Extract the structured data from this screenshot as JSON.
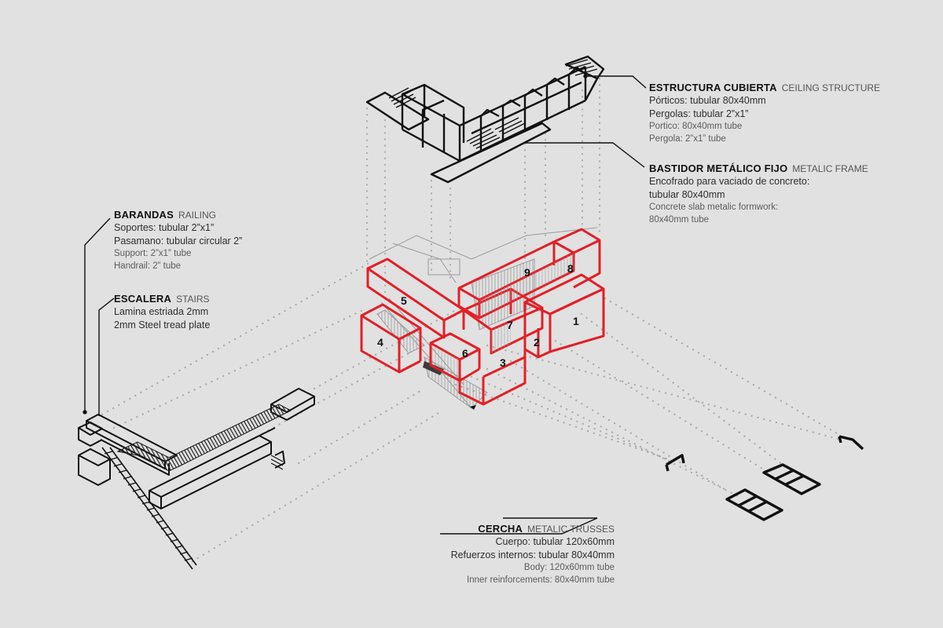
{
  "diagram": {
    "type": "exploded-axonometric",
    "accent_color": "#e21f26",
    "line_color": "#111111",
    "background": "#e1e1e1"
  },
  "labels": {
    "ceiling": {
      "title_es": "ESTRUCTURA CUBIERTA",
      "title_en": "CEILING STRUCTURE",
      "lines_es": [
        "Pórticos: tubular 80x40mm",
        "Pergolas: tubular 2”x1”"
      ],
      "lines_en": [
        "Portico: 80x40mm tube",
        "Pergola: 2”x1” tube"
      ]
    },
    "frame": {
      "title_es": "BASTIDOR METÁLICO FIJO",
      "title_en": "METALIC FRAME",
      "lines_es": [
        "Encofrado para vaciado de concreto:",
        "tubular 80x40mm"
      ],
      "lines_en": [
        "Concrete slab metalic formwork:",
        "80x40mm tube"
      ]
    },
    "railing": {
      "title_es": "BARANDAS",
      "title_en": "RAILING",
      "lines_es": [
        "Soportes: tubular 2”x1”",
        "Pasamano: tubular circular 2”"
      ],
      "lines_en": [
        "Support: 2”x1” tube",
        "Handrail: 2” tube"
      ]
    },
    "stairs": {
      "title_es": "ESCALERA",
      "title_en": "STAIRS",
      "lines_es": [
        "Lamina estriada 2mm"
      ],
      "lines_en": [
        "2mm Steel tread plate"
      ]
    },
    "trusses": {
      "title_es": "CERCHA",
      "title_en": "METALIC TRUSSES",
      "lines_es": [
        "Cuerpo: tubular 120x60mm",
        "Refuerzos internos: tubular 80x40mm"
      ],
      "lines_en": [
        "Body: 120x60mm tube",
        "Inner reinforcements: 80x40mm tube"
      ]
    }
  },
  "containers": [
    {
      "id": "1",
      "label": "1"
    },
    {
      "id": "2",
      "label": "2"
    },
    {
      "id": "3",
      "label": "3"
    },
    {
      "id": "4",
      "label": "4"
    },
    {
      "id": "5",
      "label": "5"
    },
    {
      "id": "6",
      "label": "6"
    },
    {
      "id": "7",
      "label": "7"
    },
    {
      "id": "8",
      "label": "8"
    },
    {
      "id": "9",
      "label": "9"
    }
  ]
}
